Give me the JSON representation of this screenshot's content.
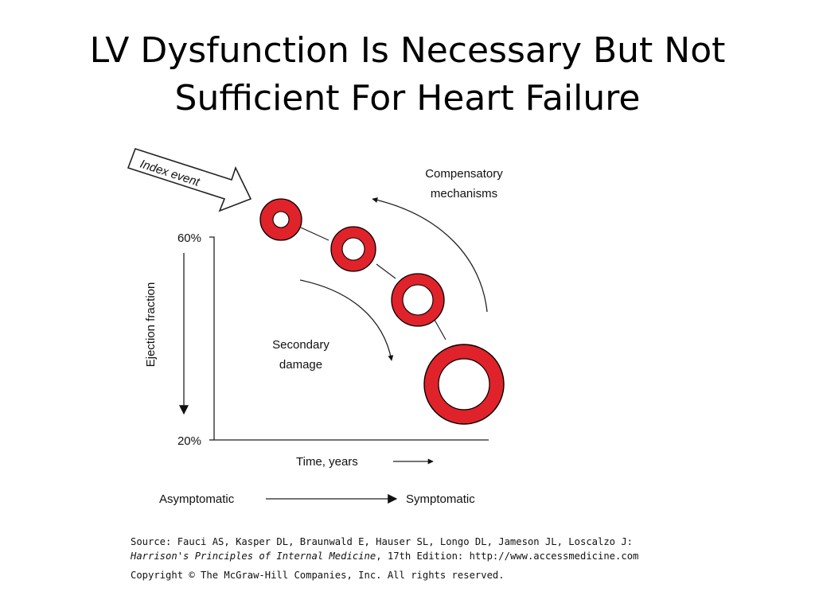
{
  "slide": {
    "title_line1": "LV Dysfunction Is Necessary But Not",
    "title_line2": "Sufficient For Heart Failure"
  },
  "diagram": {
    "index_event": "Index event",
    "compensatory_line1": "Compensatory",
    "compensatory_line2": "mechanisms",
    "secondary_line1": "Secondary",
    "secondary_line2": "damage",
    "y_axis_label": "Ejection fraction",
    "y_tick_top": "60%",
    "y_tick_bottom": "20%",
    "x_axis_label": "Time, years",
    "progress_start": "Asymptomatic",
    "progress_end": "Symptomatic",
    "ring_color": "#e0222a",
    "ring_outline_color": "#000000"
  },
  "source": {
    "line1": "Source: Fauci AS, Kasper DL, Braunwald E, Hauser SL, Longo DL, Jameson JL, Loscalzo J:",
    "line2_italic": "Harrison's Principles of Internal Medicine",
    "line2_rest": ", 17th Edition: http://www.accessmedicine.com",
    "copyright": "Copyright © The McGraw-Hill Companies, Inc. All rights reserved."
  }
}
